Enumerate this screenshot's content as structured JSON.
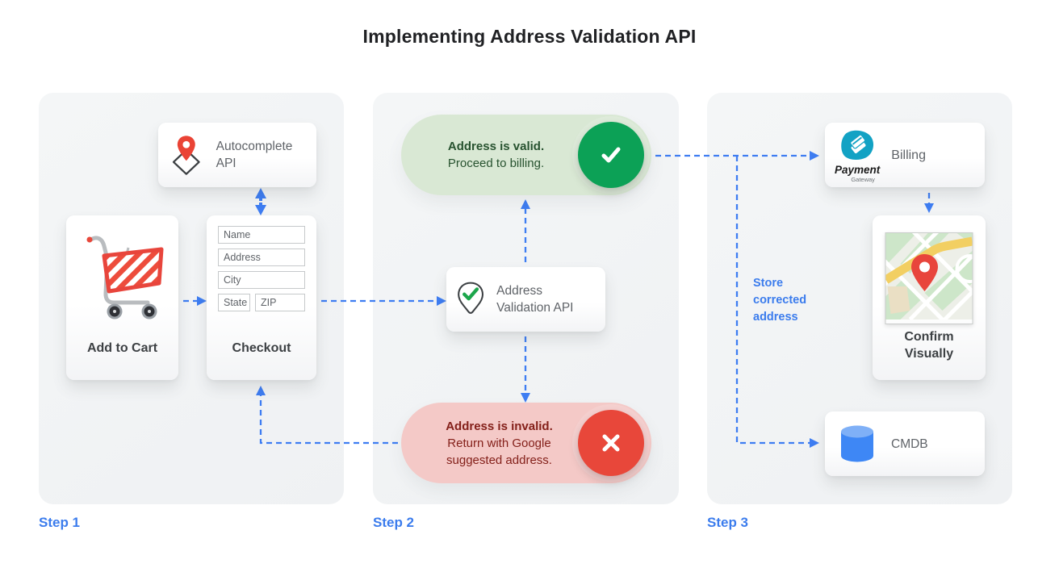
{
  "title": "Implementing Address Validation API",
  "step1": {
    "label": "Step 1",
    "autocomplete": {
      "label": "Autocomplete API"
    },
    "cart": {
      "label": "Add to Cart"
    },
    "checkout": {
      "label": "Checkout",
      "fields": [
        "Name",
        "Address",
        "City",
        "State",
        "ZIP"
      ]
    }
  },
  "step2": {
    "label": "Step 2",
    "valid": {
      "line1": "Address is valid.",
      "line2": "Proceed to billing."
    },
    "api": {
      "label": "Address Validation API"
    },
    "invalid": {
      "line1": "Address is invalid.",
      "line2": "Return with Google suggested address."
    }
  },
  "step3": {
    "label": "Step 3",
    "billing": {
      "label": "Billing",
      "logo_top": "Payment",
      "logo_sub": "Gateway"
    },
    "store_note": "Store corrected address",
    "confirm": {
      "label": "Confirm Visually"
    },
    "cmdb": {
      "label": "CMDB"
    }
  },
  "icons": {
    "autocomplete": "map-pin-diamond-icon",
    "validation": "map-pin-check-icon",
    "cart": "shopping-cart-icon",
    "valid": "check-circle-icon",
    "invalid": "x-circle-icon",
    "billing": "payment-gateway-logo",
    "confirm": "map-thumbnail",
    "cmdb": "database-cylinder-icon"
  },
  "colors": {
    "accent_blue": "#3e7df2",
    "step_blue": "#3b7ced",
    "panel_bg": "#f1f3f4",
    "valid_bg": "#d9e8d4",
    "valid_circle": "#0ca156",
    "valid_text": "#27522f",
    "invalid_bg": "#f4c9c7",
    "invalid_circle": "#e8473a",
    "invalid_text": "#84201a",
    "pin_red": "#ea4335",
    "logo_teal": "#12a2c4",
    "db_blue": "#3e87f5"
  }
}
